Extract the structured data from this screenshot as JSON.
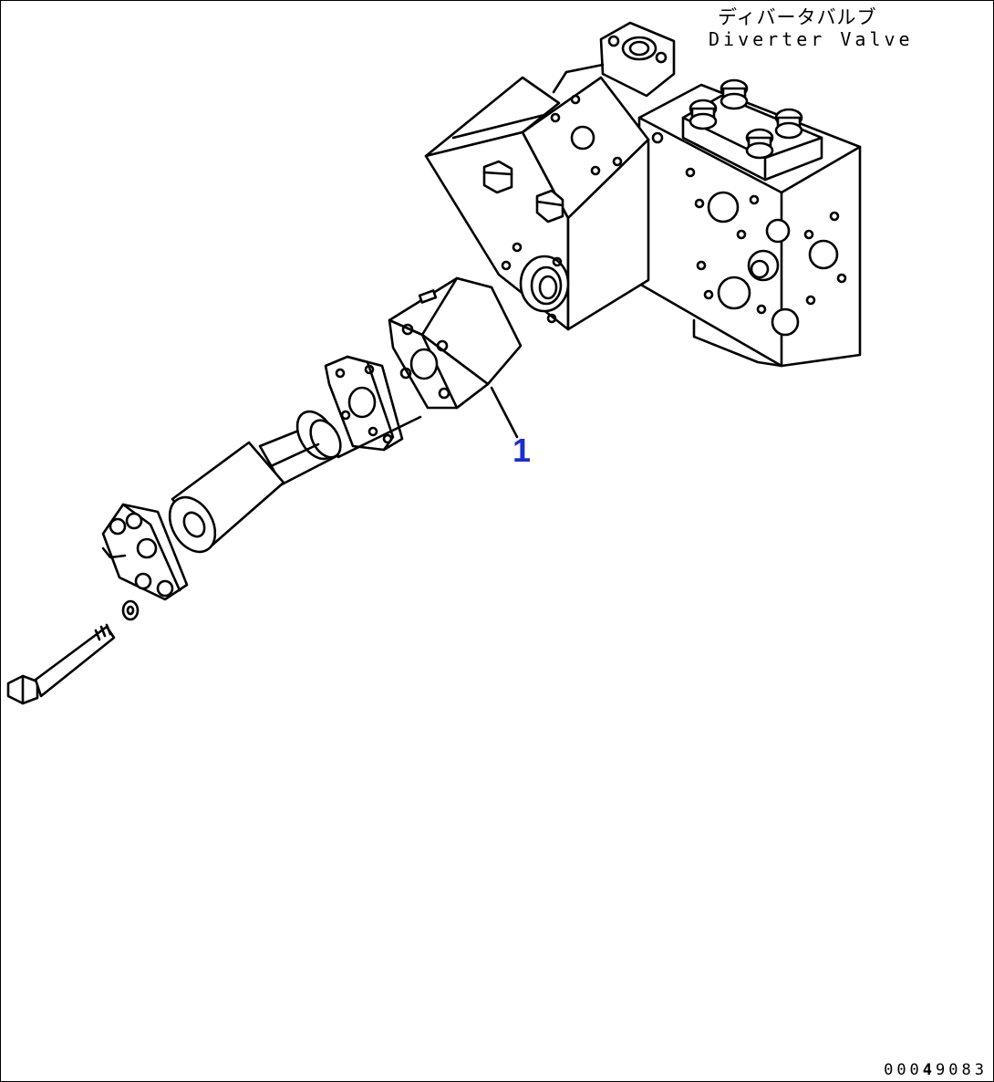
{
  "labels": {
    "part_name_jp": "ディバータバルブ",
    "part_name_en": "Diverter Valve",
    "callout_1": "1",
    "figure_number_prefix": "000",
    "figure_number_bold": "4",
    "figure_number_suffix": "9083"
  },
  "colors": {
    "callout": "#1a2fd1",
    "line": "#000000",
    "background": "#ffffff"
  }
}
